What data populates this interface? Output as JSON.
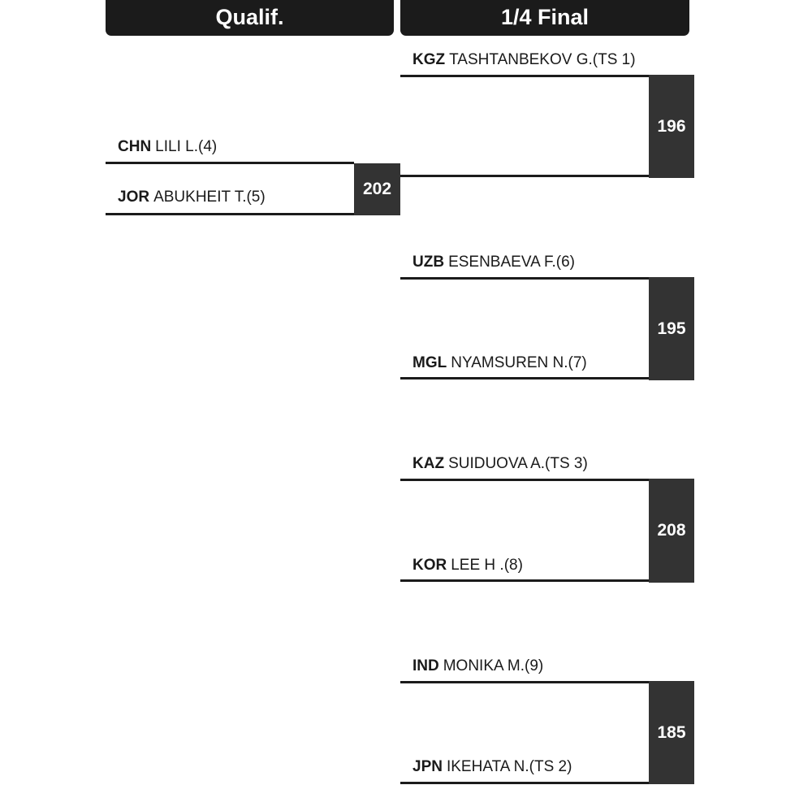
{
  "rounds": [
    {
      "label": "Qualif."
    },
    {
      "label": "1/4 Final"
    }
  ],
  "qualif": {
    "match": {
      "top": {
        "nat": "CHN",
        "name": "LILI L.(4)"
      },
      "bottom": {
        "nat": "JOR",
        "name": "ABUKHEIT T.(5)"
      },
      "score": "202"
    }
  },
  "quarter": {
    "matches": [
      {
        "top": {
          "nat": "KGZ",
          "name": "TASHTANBEKOV G.(TS 1)"
        },
        "bottom": {
          "nat": "",
          "name": ""
        },
        "score": "196"
      },
      {
        "top": {
          "nat": "UZB",
          "name": "ESENBAEVA F.(6)"
        },
        "bottom": {
          "nat": "MGL",
          "name": "NYAMSUREN N.(7)"
        },
        "score": "195"
      },
      {
        "top": {
          "nat": "KAZ",
          "name": "SUIDUOVA A.(TS 3)"
        },
        "bottom": {
          "nat": "KOR",
          "name": "LEE H .(8)"
        },
        "score": "208"
      },
      {
        "top": {
          "nat": "IND",
          "name": "MONIKA M.(9)"
        },
        "bottom": {
          "nat": "JPN",
          "name": "IKEHATA N.(TS 2)"
        },
        "score": "185"
      }
    ]
  }
}
